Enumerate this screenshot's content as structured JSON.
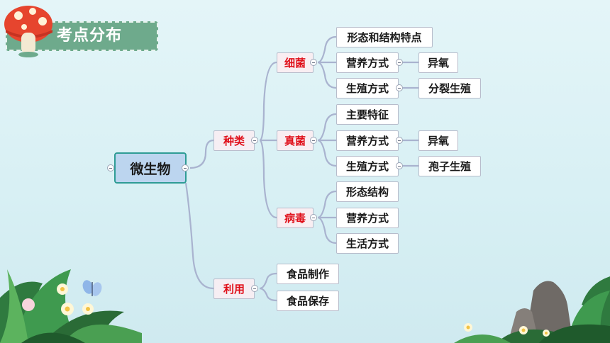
{
  "header": {
    "title": "考点分布",
    "icon": "mushroom-icon"
  },
  "mindmap": {
    "root": "微生物",
    "categories": [
      {
        "label": "种类"
      },
      {
        "label": "利用"
      }
    ],
    "types": [
      {
        "label": "细菌",
        "children": [
          "形态和结构特点",
          "营养方式",
          "生殖方式"
        ],
        "details": {
          "营养方式": "异氧",
          "生殖方式": "分裂生殖"
        }
      },
      {
        "label": "真菌",
        "children": [
          "主要特征",
          "营养方式",
          "生殖方式"
        ],
        "details": {
          "营养方式": "异氧",
          "生殖方式": "孢子生殖"
        }
      },
      {
        "label": "病毒",
        "children": [
          "形态结构",
          "营养方式",
          "生活方式"
        ]
      }
    ],
    "uses": [
      "食品制作",
      "食品保存"
    ]
  },
  "colors": {
    "accent_red": "#e0101a",
    "banner_green": "#6eaa8c",
    "root_fill": "#bcd5ef",
    "line": "#a9b3cf"
  }
}
